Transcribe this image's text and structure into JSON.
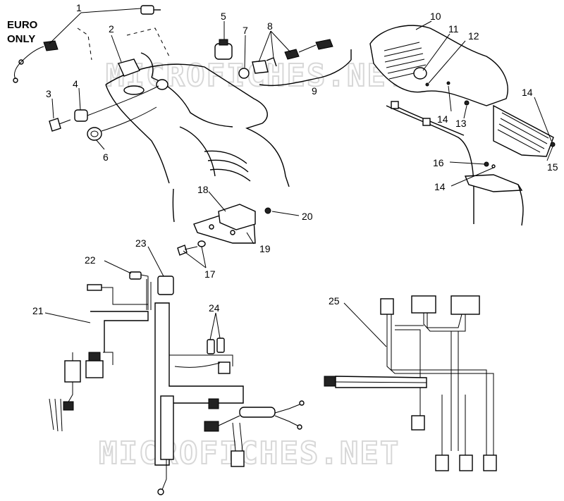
{
  "region_note": {
    "line1": "EURO",
    "line2": "ONLY"
  },
  "watermark": "MICROFICHES.NET",
  "callouts": {
    "n1": "1",
    "n2": "2",
    "n3": "3",
    "n4": "4",
    "n5": "5",
    "n6": "6",
    "n7": "7",
    "n8": "8",
    "n9": "9",
    "n10": "10",
    "n11": "11",
    "n12": "12",
    "n13": "13",
    "n14a": "14",
    "n14b": "14",
    "n14c": "14",
    "n15": "15",
    "n16": "16",
    "n17": "17",
    "n18": "18",
    "n19": "19",
    "n20": "20",
    "n21": "21",
    "n22": "22",
    "n23": "23",
    "n24": "24",
    "n25": "25"
  }
}
